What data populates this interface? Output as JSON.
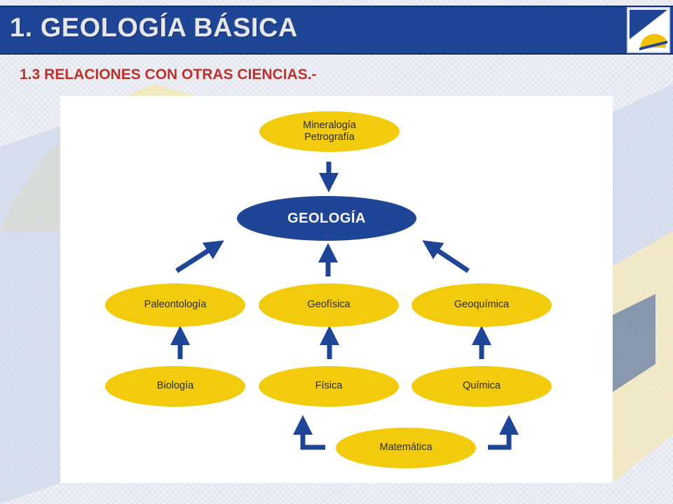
{
  "header": {
    "title": "1. GEOLOGÍA BÁSICA"
  },
  "subtitle": "1.3 RELACIONES CON OTRAS CIENCIAS.-",
  "logo": {
    "icon": "sun-logo-icon"
  },
  "diagram": {
    "center": "GEOLOGÍA",
    "top": {
      "line1": "Mineralogía",
      "line2": "Petrografía"
    },
    "middle": [
      "Paleontología",
      "Geofísica",
      "Geoquímica"
    ],
    "bottom": [
      "Biología",
      "Física",
      "Química"
    ],
    "base": "Matemática"
  },
  "colors": {
    "accent": "#1f4597",
    "node": "#f2cc0c",
    "subtitle": "#c0302a"
  }
}
